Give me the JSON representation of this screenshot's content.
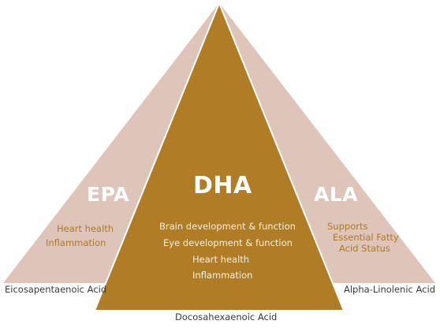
{
  "colors": {
    "center_fill": "#b07c25",
    "side_fill": "#dfc5b9",
    "outline": "#ffffff",
    "brand_text": "#ffffff",
    "side_text": "#a87a2a",
    "center_bullet_text": "#fbf1de",
    "caption_text": "#3a3a3a"
  },
  "left": {
    "acronym": "EPA",
    "benefits": [
      "Heart health",
      "Inflammation"
    ],
    "full_name": "Eicosapentaenoic Acid"
  },
  "center": {
    "acronym": "DHA",
    "benefits": [
      "Brain development & function",
      "Eye development & function",
      "Heart health",
      "Inflammation"
    ],
    "full_name": "Docosahexaenoic Acid"
  },
  "right": {
    "acronym": "ALA",
    "benefits": [
      "Supports",
      "Essential Fatty",
      "Acid Status"
    ],
    "full_name": "Alpha-Linolenic Acid"
  }
}
